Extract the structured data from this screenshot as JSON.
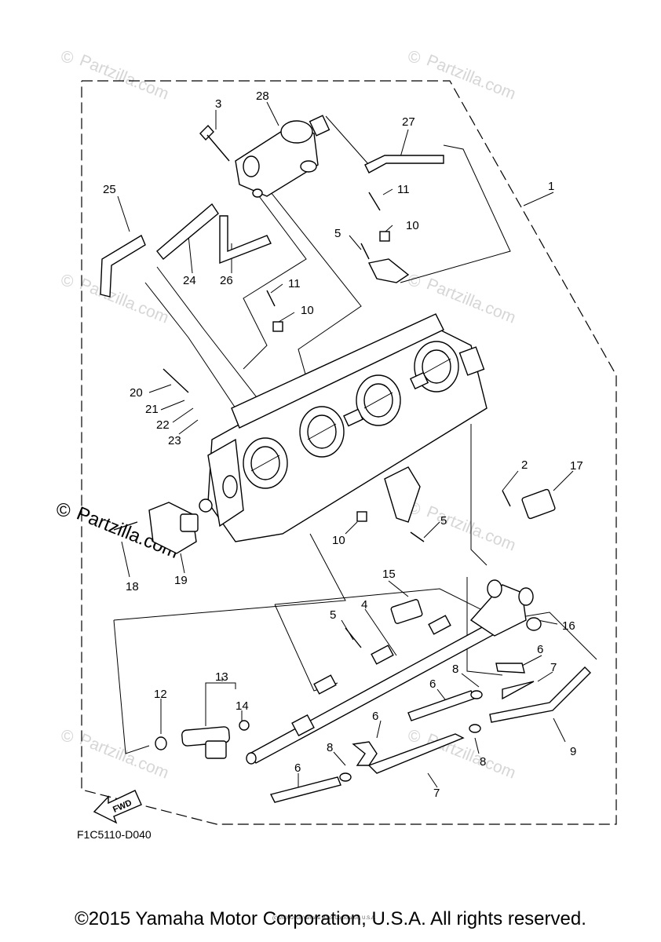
{
  "watermark": {
    "text": "Partzilla.com",
    "symbol": "©",
    "highlight_text": "Partzilla.com"
  },
  "diagram_code": "F1C5110-D040",
  "fwd_label": "FWD",
  "small_print": "(c) 2005-2016 Yamaha Motor Corporation, U.S.A.",
  "copyright": "©2015 Yamaha Motor Corporation, U.S.A. All rights reserved.",
  "callouts": {
    "c1": "1",
    "c2": "2",
    "c3": "3",
    "c4": "4",
    "c5a": "5",
    "c5b": "5",
    "c5c": "5",
    "c6a": "6",
    "c6b": "6",
    "c6c": "6",
    "c6d": "6",
    "c7a": "7",
    "c7b": "7",
    "c8a": "8",
    "c8b": "8",
    "c8c": "8",
    "c9": "9",
    "c10a": "10",
    "c10b": "10",
    "c10c": "10",
    "c11a": "11",
    "c11b": "11",
    "c12": "12",
    "c13": "13",
    "c14": "14",
    "c15": "15",
    "c16": "16",
    "c17": "17",
    "c18": "18",
    "c19": "19",
    "c20": "20",
    "c21": "21",
    "c22": "22",
    "c23": "23",
    "c24": "24",
    "c25": "25",
    "c26": "26",
    "c27": "27",
    "c28": "28"
  }
}
